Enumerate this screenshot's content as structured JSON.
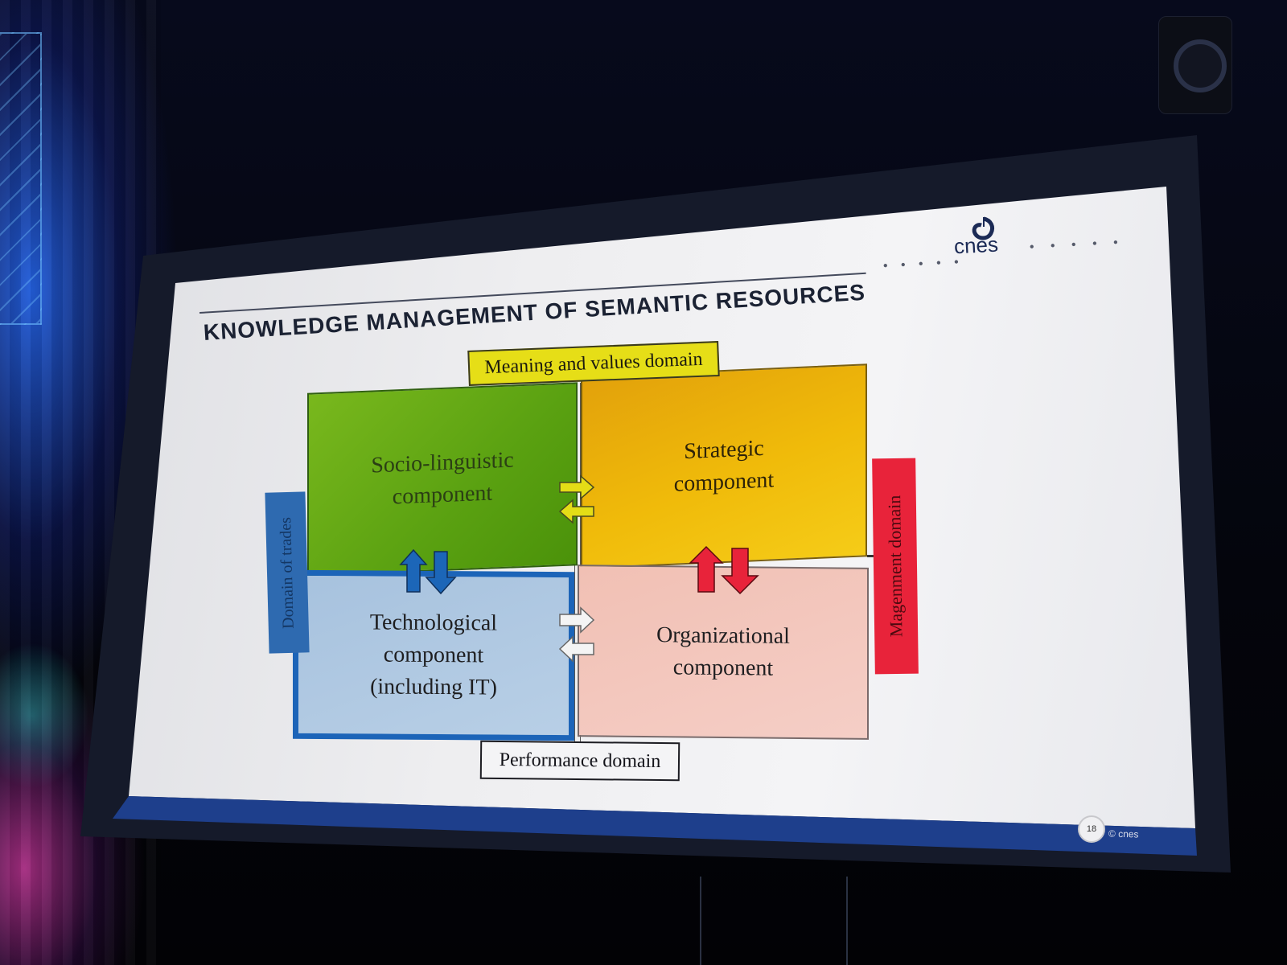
{
  "slide": {
    "title": "KNOWLEDGE MANAGEMENT OF SEMANTIC RESOURCES",
    "logo": "cnes",
    "page_number": "18",
    "footer": "© cnes"
  },
  "domains": {
    "top": "Meaning and values domain",
    "bottom": "Performance domain",
    "left": "Domain of trades",
    "right": "Magenment domain"
  },
  "components": {
    "socio": "Socio-linguistic\ncomponent",
    "strategic": "Strategic\ncomponent",
    "technological": "Technological\ncomponent\n(including IT)",
    "organizational": "Organizational\ncomponent"
  },
  "colors": {
    "socio": "#5aa111",
    "strategic": "#f0bb0a",
    "technological": "#b8cfe6",
    "organizational": "#f5cec6",
    "meaning_domain": "#e6de17",
    "trades_domain": "#2e6ab0",
    "management_domain": "#e8233a",
    "tech_border": "#1c64b8"
  },
  "icons": {
    "arrow_yellow_right": "arrow-right-icon",
    "arrow_yellow_left": "arrow-left-icon",
    "arrow_white_right": "arrow-right-icon",
    "arrow_white_left": "arrow-left-icon",
    "arrow_blue_up": "arrow-up-icon",
    "arrow_blue_down": "arrow-down-icon",
    "arrow_red_up": "arrow-up-icon",
    "arrow_red_down": "arrow-down-icon"
  }
}
